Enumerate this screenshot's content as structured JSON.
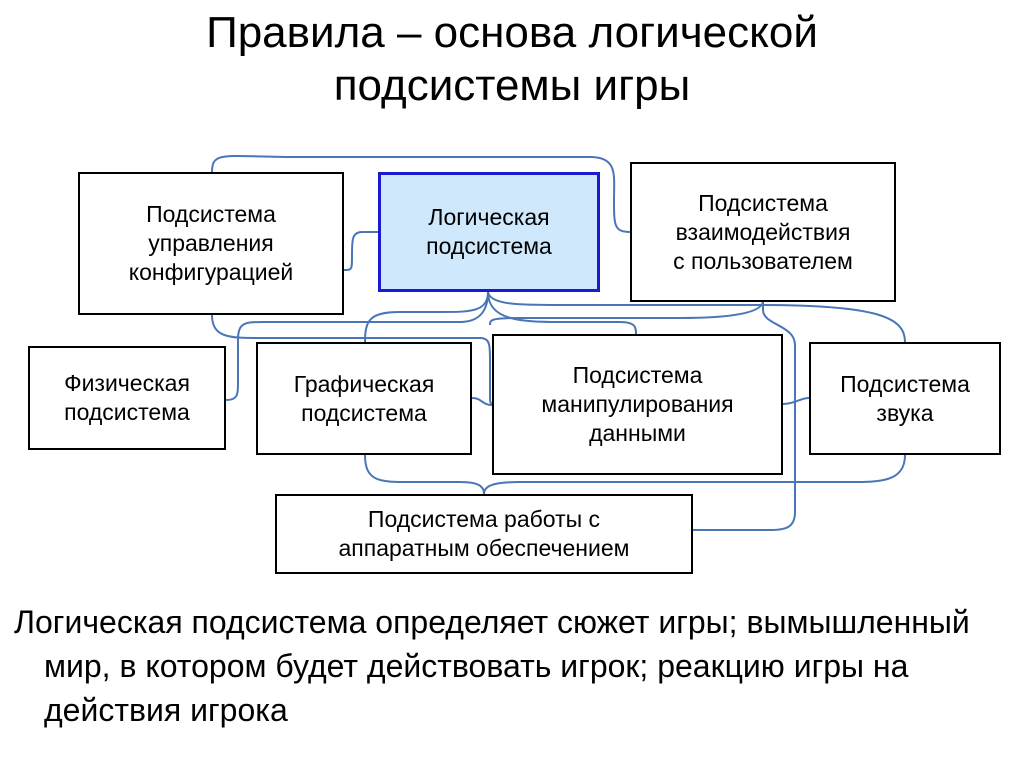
{
  "title": "Правила – основа логической\nподсистемы игры",
  "boxes": {
    "config": "Подсистема\nуправления\nконфигурацией",
    "logic": "Логическая\nподсистема",
    "interaction": "Подсистема\nвзаимодействия\nс пользователем",
    "physics": "Физическая\nподсистема",
    "graphics": "Графическая\nподсистема",
    "data": "Подсистема\nманипулирования\nданными",
    "sound": "Подсистема\nзвука",
    "hardware": "Подсистема работы с\nаппаратным обеспечением"
  },
  "caption": "Логическая подсистема определяет сюжет игры; вымышленный мир, в котором будет действовать игрок; реакцию игры на действия игрока",
  "colors": {
    "connector": "#4a76b8",
    "highlight_fill": "#cfe8fc",
    "highlight_border": "#1a1ad0"
  }
}
